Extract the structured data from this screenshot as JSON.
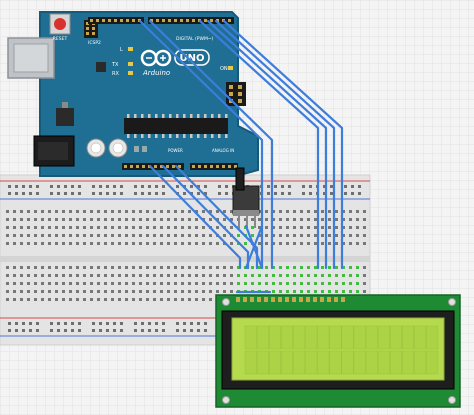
{
  "arduino": {
    "reset_label": "RESET",
    "icsp2_label": "ICSP2",
    "l_label": "L",
    "tx_label": "TX",
    "rx_label": "RX",
    "on_label": "ON",
    "brand_label": "Arduino",
    "model_label": "UNO",
    "digital_label": "DIGITAL (PWM~)",
    "power_label": "POWER",
    "analog_label": "ANALOG IN"
  },
  "colors": {
    "board": "#1f6e93",
    "board_edge": "#155a78",
    "wire": "#3d7ddb",
    "green_dot": "#3fbd3f",
    "lcd_pcb": "#1f8a34",
    "lcd_screen": "#b5da4e",
    "breadboard": "#e3e3e3",
    "rail_red": "#d94a4a",
    "rail_blue": "#4a76d9"
  }
}
